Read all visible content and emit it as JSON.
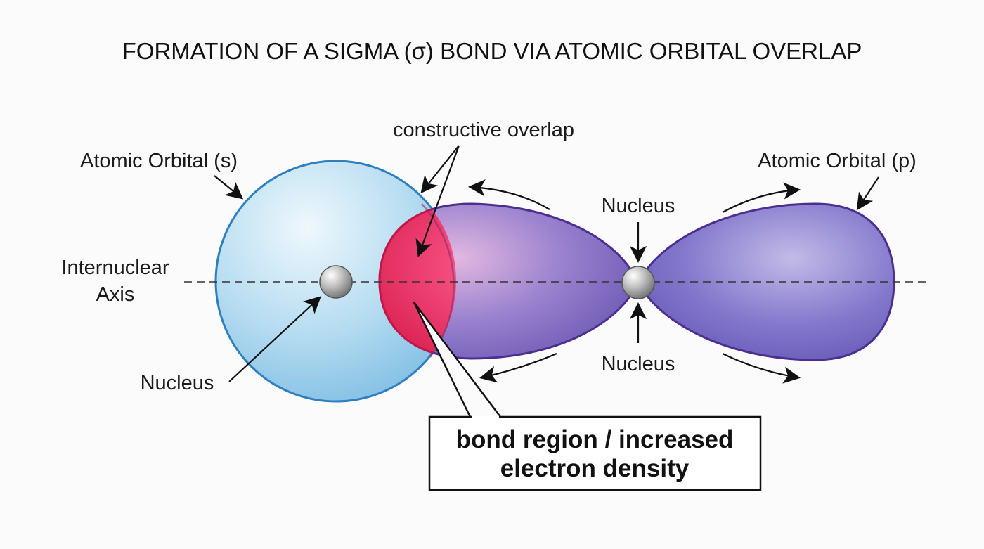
{
  "title": "FORMATION OF A SIGMA (σ) BOND VIA ATOMIC ORBITAL OVERLAP",
  "labels": {
    "s_orbital": "Atomic Orbital (s)",
    "p_orbital": "Atomic Orbital (p)",
    "constructive_overlap": "constructive overlap",
    "internuclear_axis_line1": "Internuclear",
    "internuclear_axis_line2": "Axis",
    "nucleus_left": "Nucleus",
    "nucleus_top": "Nucleus",
    "nucleus_bottom": "Nucleus"
  },
  "bond_box": {
    "line1": "bond region / increased",
    "line2": "electron density"
  },
  "colors": {
    "s_orbital_fill": "#a9d6ef",
    "s_orbital_stroke": "#2f7fbf",
    "p_orbital_fill": "#7a6cc2",
    "p_orbital_stroke": "#4a2f8e",
    "overlap_fill": "#ef2f62",
    "nucleus": "#a8a8a8"
  }
}
